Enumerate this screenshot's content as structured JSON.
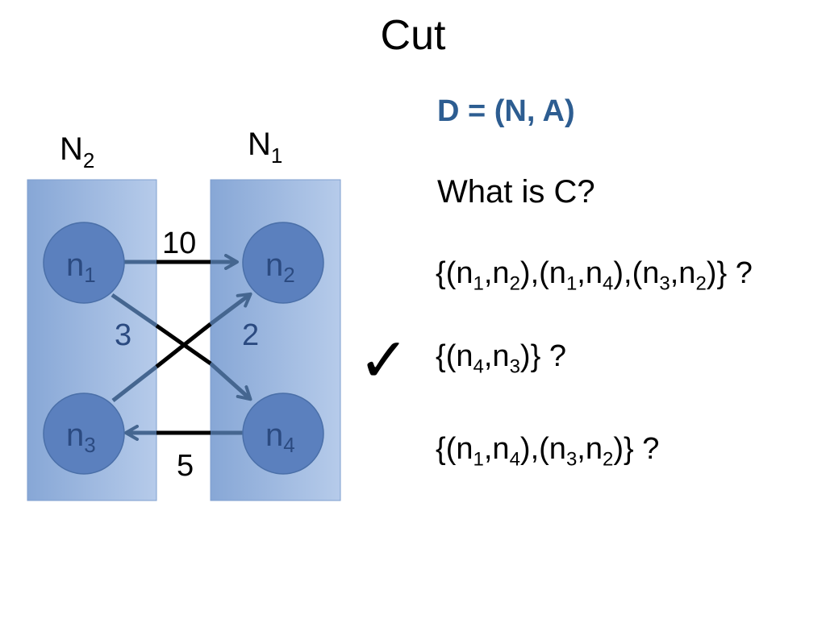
{
  "slide": {
    "title": "Cut",
    "heading": "D = (N, A)",
    "question": "What is C?",
    "options": [
      "{(n1,n2),(n1,n4),(n3,n2)} ?",
      "{(n4,n3)} ?",
      "{(n1,n4),(n3,n2)} ?"
    ],
    "correct_option_index": 1,
    "checkmark": "✓"
  },
  "diagram": {
    "sets": [
      {
        "label": "N",
        "sub": "2",
        "members": [
          "n1",
          "n3"
        ]
      },
      {
        "label": "N",
        "sub": "1",
        "members": [
          "n2",
          "n4"
        ]
      }
    ],
    "nodes": [
      {
        "id": "n1",
        "label": "n",
        "sub": "1"
      },
      {
        "id": "n2",
        "label": "n",
        "sub": "2"
      },
      {
        "id": "n3",
        "label": "n",
        "sub": "3"
      },
      {
        "id": "n4",
        "label": "n",
        "sub": "4"
      }
    ],
    "arcs": [
      {
        "from": "n1",
        "to": "n2",
        "weight": "10"
      },
      {
        "from": "n1",
        "to": "n4",
        "weight": "3"
      },
      {
        "from": "n3",
        "to": "n2",
        "weight": "2"
      },
      {
        "from": "n4",
        "to": "n3",
        "weight": "5"
      }
    ],
    "colors": {
      "region": "#9db5dc",
      "node_fill": "#5b80be",
      "node_text": "#2b4a80",
      "arc_blue": "#456690",
      "arc_black": "#000000",
      "heading": "#2d5d91"
    }
  }
}
